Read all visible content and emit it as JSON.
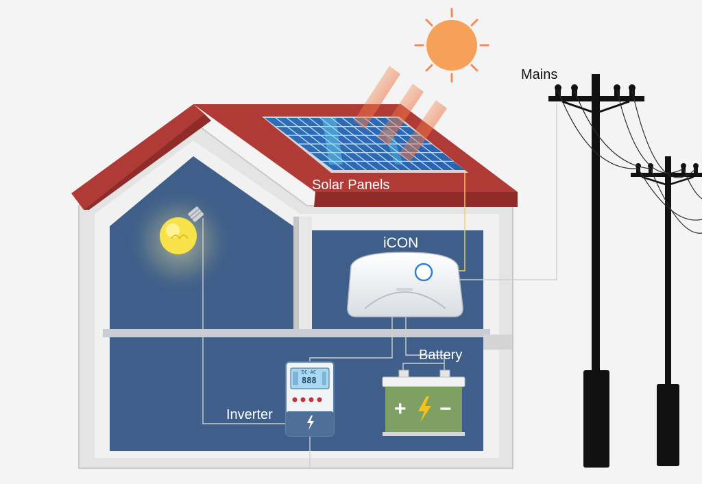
{
  "labels": {
    "mains": "Mains",
    "solar_panels": "Solar Panels",
    "icon_device": "iCON",
    "battery": "Battery",
    "inverter": "Inverter"
  },
  "inverter_display": {
    "mode": "DC-AC",
    "digits": "888"
  },
  "battery_symbols": {
    "positive": "+",
    "negative": "−"
  },
  "colors": {
    "background": "#f4f4f4",
    "roof": "#b03a36",
    "interior": "#3f5f8a",
    "sun": "#f6a15a",
    "bulb": "#f7e24a",
    "battery_body": "#7fa063",
    "pole": "#111111"
  },
  "icons": [
    "sun-icon",
    "solar-panel-icon",
    "light-bulb-icon",
    "inverter-icon",
    "battery-icon",
    "power-pole-icon"
  ]
}
